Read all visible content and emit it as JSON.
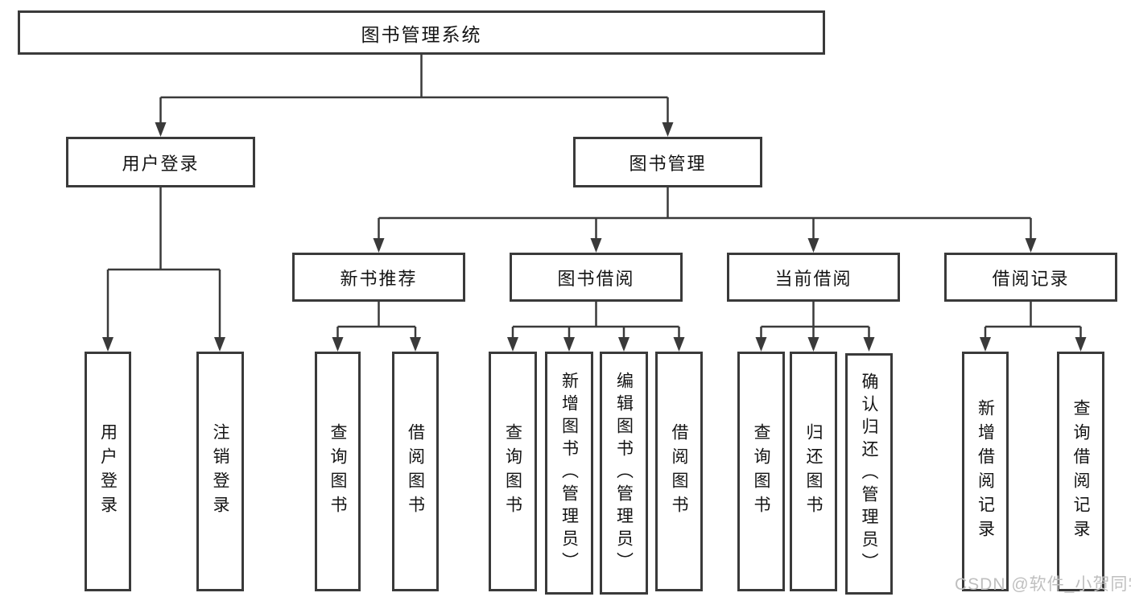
{
  "diagram": {
    "root": {
      "label": "图书管理系统"
    },
    "user_login": {
      "label": "用户登录",
      "children": [
        {
          "label": "用户登录"
        },
        {
          "label": "注销登录"
        }
      ]
    },
    "book_management": {
      "label": "图书管理",
      "modules": [
        {
          "label": "新书推荐",
          "children": [
            {
              "label": "查询图书"
            },
            {
              "label": "借阅图书"
            }
          ]
        },
        {
          "label": "图书借阅",
          "children": [
            {
              "label": "查询图书"
            },
            {
              "label": "新增图书（管理员）"
            },
            {
              "label": "编辑图书（管理员）"
            },
            {
              "label": "借阅图书"
            }
          ]
        },
        {
          "label": "当前借阅",
          "children": [
            {
              "label": "查询图书"
            },
            {
              "label": "归还图书"
            },
            {
              "label": "确认归还（管理员）"
            }
          ]
        },
        {
          "label": "借阅记录",
          "children": [
            {
              "label": "新增借阅记录"
            },
            {
              "label": "查询借阅记录"
            }
          ]
        }
      ]
    }
  },
  "watermark": {
    "text": "CSDN @软件_小贺同学"
  },
  "colors": {
    "line": "#3a3a3a",
    "text": "#141414",
    "watermark": "#bfbfbf",
    "background": "#ffffff"
  }
}
